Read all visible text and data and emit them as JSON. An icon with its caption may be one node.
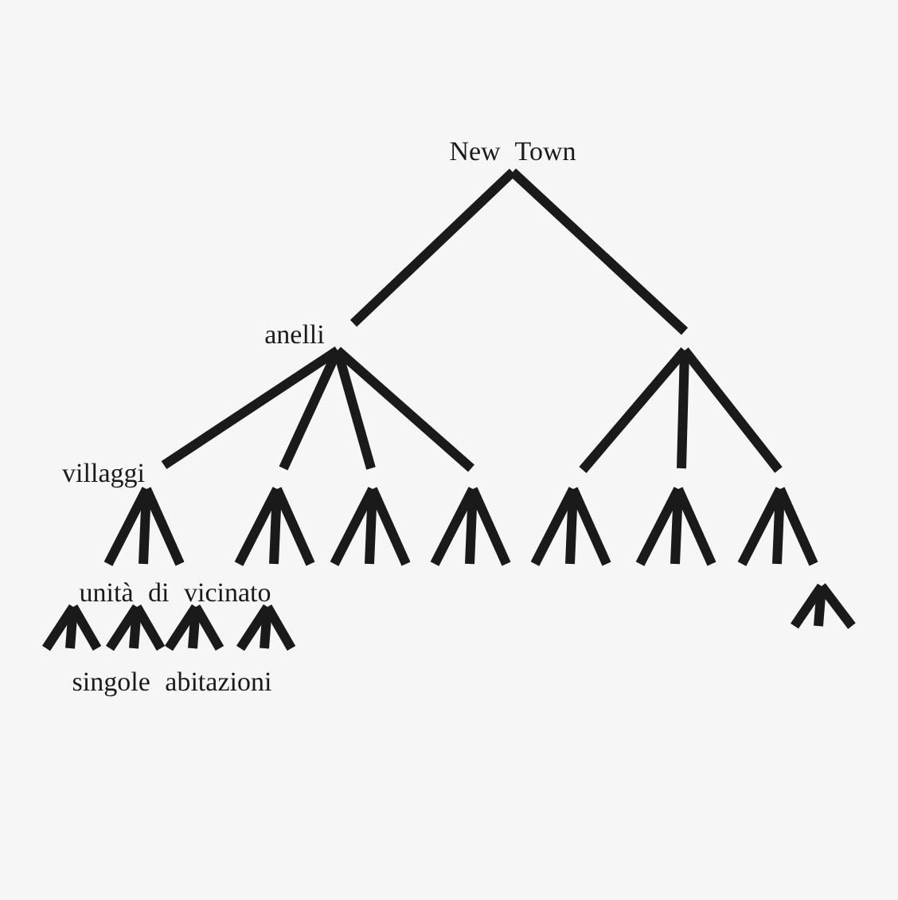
{
  "diagram": {
    "labels": [
      "New Town",
      "anelli",
      "villaggi",
      "unità di vicinato",
      "singole abitazioni"
    ]
  }
}
